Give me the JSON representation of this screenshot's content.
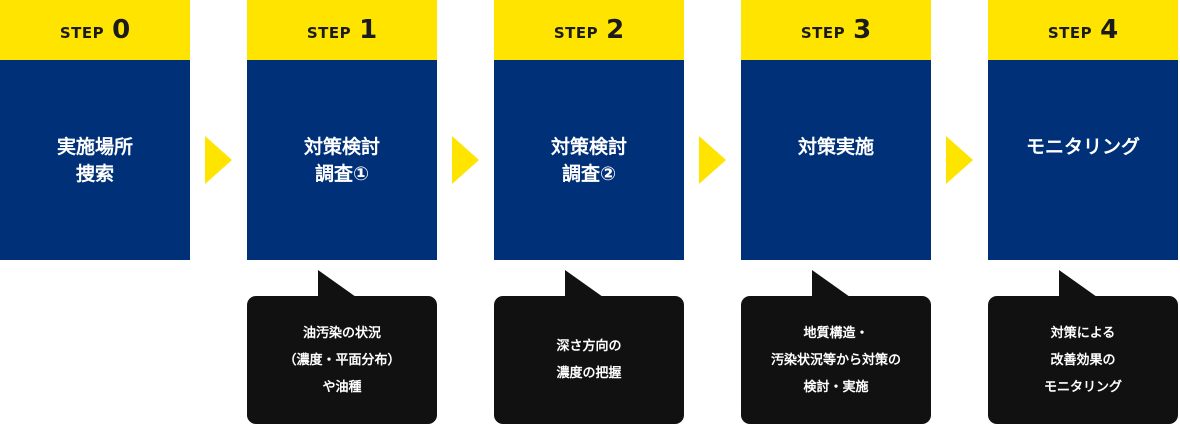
{
  "colors": {
    "step_header": "#ffe400",
    "step_body": "#003078",
    "arrow": "#ffe400",
    "bubble": "#111111",
    "text_on_dark": "#ffffff"
  },
  "steps": [
    {
      "label": "STEP",
      "number": "0",
      "title_line1": "実施場所",
      "title_line2": "捜索"
    },
    {
      "label": "STEP",
      "number": "1",
      "title_line1": "対策検討",
      "title_line2": "調査①"
    },
    {
      "label": "STEP",
      "number": "2",
      "title_line1": "対策検討",
      "title_line2": "調査②"
    },
    {
      "label": "STEP",
      "number": "3",
      "title_line1": "対策実施",
      "title_line2": ""
    },
    {
      "label": "STEP",
      "number": "4",
      "title_line1": "モニタリング",
      "title_line2": ""
    }
  ],
  "bubbles": [
    {
      "line1": "油汚染の状況",
      "line2": "（濃度・平面分布）",
      "line3": "や油種"
    },
    {
      "line1": "深さ方向の",
      "line2": "濃度の把握",
      "line3": ""
    },
    {
      "line1": "地質構造・",
      "line2": "汚染状況等から対策の",
      "line3": "検討・実施"
    },
    {
      "line1": "対策による",
      "line2": "改善効果の",
      "line3": "モニタリング"
    }
  ]
}
